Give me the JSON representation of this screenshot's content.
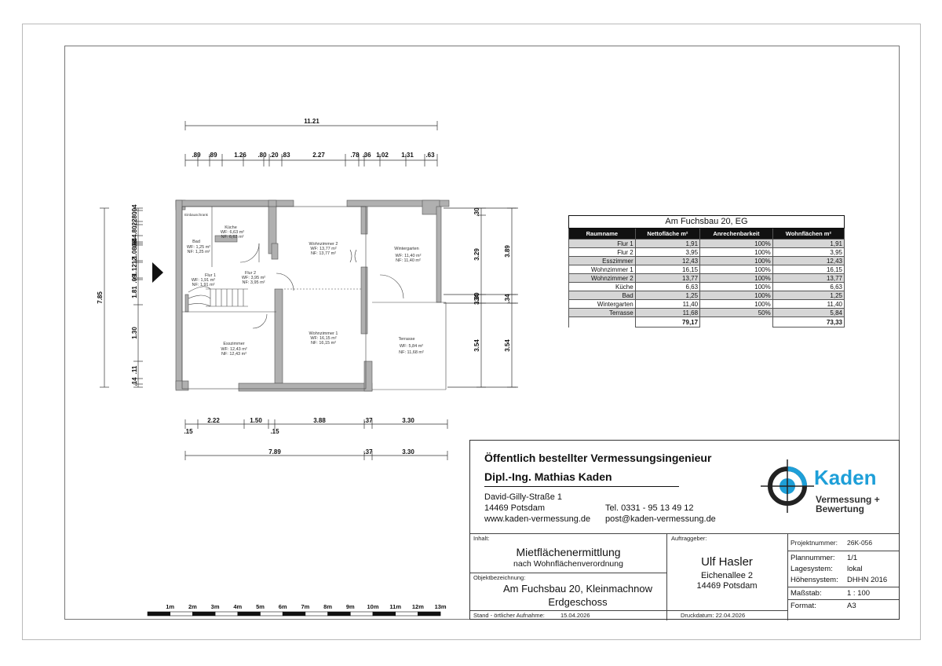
{
  "plan": {
    "overall_width": "11.21",
    "overall_height": "7.85",
    "top_segments": [
      ".89",
      ".89",
      "1.26",
      ".80",
      ".20",
      ".83",
      "2.27",
      ".78",
      ".36",
      "1.02",
      "1.31",
      ".63"
    ],
    "bottom_segments": [
      "2.22",
      "1.50",
      "3.88",
      ".37",
      "3.30"
    ],
    "bottom_small": [
      ".15",
      ".15"
    ],
    "bottom_total": "7.89",
    "bottom_total_37": ".37",
    "bottom_total_330": "3.30",
    "left_segments": [
      ".04",
      ".80",
      ".22",
      ".80",
      ".44",
      ".06",
      ".06",
      "1.08",
      ".12",
      "1.12",
      ".09",
      "1.81",
      "1.30",
      ".11",
      ".14"
    ],
    "right_inner": [
      ".30",
      "3.29",
      ".34",
      "3.30",
      "3.54"
    ],
    "right_outer": [
      "3.89",
      ".34",
      "3.54"
    ],
    "rooms": [
      {
        "name": "Küche",
        "wf": "WF: 6,63 m²",
        "nf": "NF: 6,63 m²"
      },
      {
        "name": "Bad",
        "wf": "WF: 1,25 m²",
        "nf": "NF: 1,25 m²"
      },
      {
        "name": "Flur 1",
        "wf": "WF: 1,91 m²",
        "nf": "NF: 1,91 m²"
      },
      {
        "name": "Flur 2",
        "wf": "WF: 3,95 m²",
        "nf": "NF: 3,95 m²"
      },
      {
        "name": "Wohnzimmer 2",
        "wf": "WF: 13,77 m²",
        "nf": "NF: 13,77 m²"
      },
      {
        "name": "Wintergarten",
        "wf": "WF: 11,40 m²",
        "nf": "NF: 11,40 m²"
      },
      {
        "name": "Esszimmer",
        "wf": "WF: 12,43 m²",
        "nf": "NF: 12,43 m²"
      },
      {
        "name": "Wohnzimmer 1",
        "wf": "WF: 16,15 m²",
        "nf": "NF: 16,15 m²"
      },
      {
        "name": "Terrasse",
        "wf": "WF: 5,84 m²",
        "nf": "NF: 11,68 m²"
      }
    ],
    "misc_label": "Einbauschrank"
  },
  "scale_bar": [
    "1m",
    "2m",
    "3m",
    "4m",
    "5m",
    "6m",
    "7m",
    "8m",
    "9m",
    "10m",
    "11m",
    "12m",
    "13m"
  ],
  "area_table": {
    "title": "Am Fuchsbau 20, EG",
    "headers": [
      "Raumname",
      "Nettofläche m²",
      "Anrechenbarkeit",
      "Wohnflächen m²"
    ],
    "rows": [
      [
        "Flur 1",
        "1,91",
        "100%",
        "1,91"
      ],
      [
        "Flur 2",
        "3,95",
        "100%",
        "3,95"
      ],
      [
        "Esszimmer",
        "12,43",
        "100%",
        "12,43"
      ],
      [
        "Wohnzimmer 1",
        "16,15",
        "100%",
        "16,15"
      ],
      [
        "Wohnzimmer 2",
        "13,77",
        "100%",
        "13,77"
      ],
      [
        "Küche",
        "6,63",
        "100%",
        "6,63"
      ],
      [
        "Bad",
        "1,25",
        "100%",
        "1,25"
      ],
      [
        "Wintergarten",
        "11,40",
        "100%",
        "11,40"
      ],
      [
        "Terrasse",
        "11,68",
        "50%",
        "5,84"
      ]
    ],
    "sum_net": "79,17",
    "sum_living": "73,33"
  },
  "title_block": {
    "heading1": "Öffentlich bestellter Vermessungsingenieur",
    "heading2": "Dipl.-Ing. Mathias Kaden",
    "street": "David-Gilly-Straße 1",
    "city": "14469 Potsdam",
    "web": "www.kaden-vermessung.de",
    "tel": "Tel.  0331 - 95 13 49 12",
    "email": "post@kaden-vermessung.de",
    "logo_name": "Kaden",
    "logo_line1": "Vermessung +",
    "logo_line2": "Bewertung",
    "inhalt_label": "Inhalt:",
    "inhalt_title": "Mietflächenermittlung",
    "inhalt_sub": "nach Wohnflächenverordnung",
    "objekt_label": "Objektbezeichnung:",
    "objekt_line1": "Am Fuchsbau 20, Kleinmachnow",
    "objekt_line2": "Erdgeschoss",
    "auftrag_label": "Auftraggeber:",
    "client_name": "Ulf Hasler",
    "client_street": "Eichenallee 2",
    "client_city": "14469 Potsdam",
    "stand_label": "Stand - örtlicher Aufnahme:",
    "stand_date": "15.04.2026",
    "druck_label": "Druckdatum: 22.04.2026",
    "projekt_label": "Projektnummer:",
    "projekt_value": "26K-056",
    "plan_label": "Plannummer:",
    "plan_value": "1/1",
    "lage_label": "Lagesystem:",
    "lage_value": "lokal",
    "hoehe_label": "Höhensystem:",
    "hoehe_value": "DHHN 2016",
    "mass_label": "Maßstab:",
    "mass_value": "1 : 100",
    "format_label": "Format:",
    "format_value": "A3"
  },
  "colors": {
    "wall": "#b0b0b0",
    "accent": "#1e9fd8",
    "dark": "#111111"
  }
}
